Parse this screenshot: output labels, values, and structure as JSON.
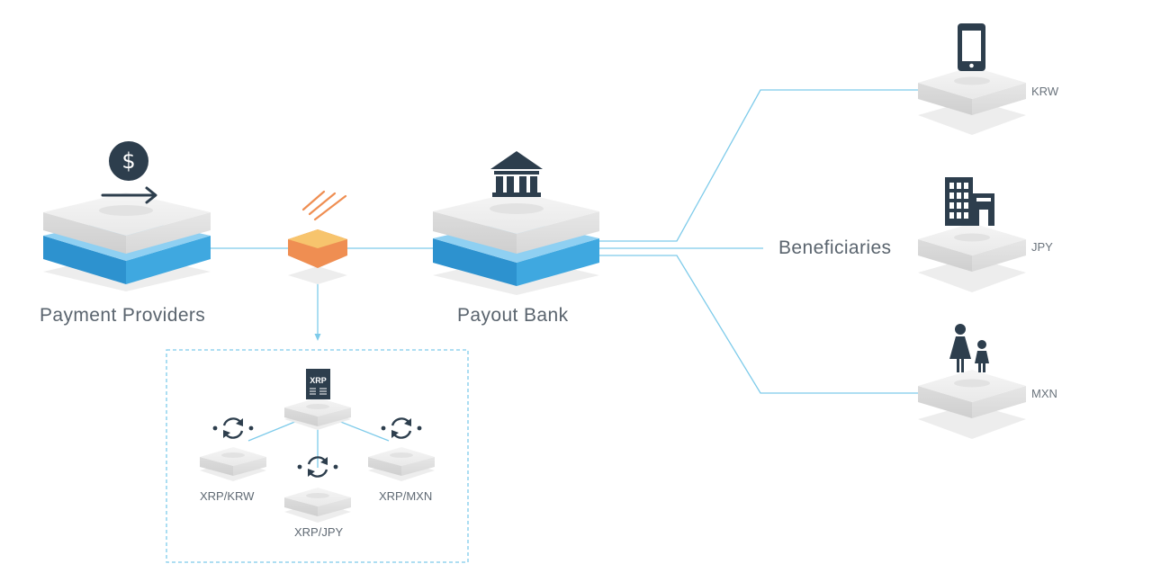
{
  "labels": {
    "payment_providers": "Payment Providers",
    "payout_bank": "Payout Bank",
    "beneficiaries": "Beneficiaries",
    "xrp_badge": "XRP"
  },
  "beneficiary_currencies": [
    "KRW",
    "JPY",
    "MXN"
  ],
  "exchange_pairs": [
    "XRP/KRW",
    "XRP/JPY",
    "XRP/MXN"
  ],
  "colors": {
    "connector": "#7ecbea",
    "dashed_box": "#7ecbea",
    "provider_layer": "#2ea3dc",
    "hub_top": "#f7c46d",
    "hub_side": "#ef8e52",
    "icon_dark": "#2d3e4d",
    "logo_stripes": "#ef8e52"
  },
  "icons": [
    "dollar-icon",
    "arrow-right-icon",
    "bank-icon",
    "phone-icon",
    "building-icon",
    "family-icon",
    "refresh-icon",
    "xrp-document-icon",
    "logo-stripes-icon"
  ]
}
